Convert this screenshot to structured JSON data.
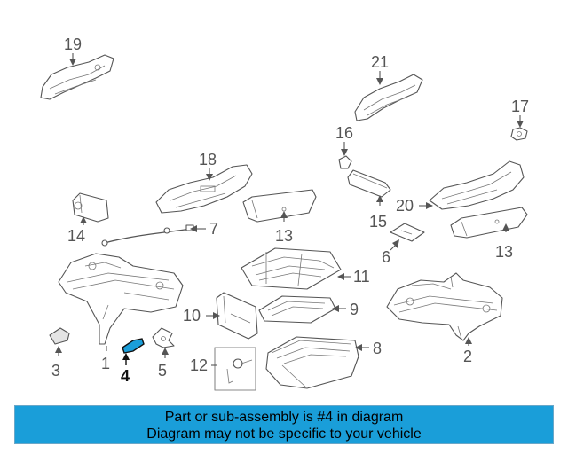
{
  "callouts": {
    "c1": "1",
    "c2": "2",
    "c3": "3",
    "c4": "4",
    "c5": "5",
    "c6": "6",
    "c7": "7",
    "c8": "8",
    "c9": "9",
    "c10": "10",
    "c11": "11",
    "c12": "12",
    "c13a": "13",
    "c13b": "13",
    "c14": "14",
    "c15": "15",
    "c16": "16",
    "c17": "17",
    "c18": "18",
    "c19": "19",
    "c20": "20",
    "c21": "21"
  },
  "highlight": {
    "part": "4",
    "color": "#1a9ed9"
  },
  "banner": {
    "line1": "Part or sub-assembly is #4 in diagram",
    "line2": "Diagram may not be specific to your vehicle",
    "background": "#1a9ed9"
  }
}
